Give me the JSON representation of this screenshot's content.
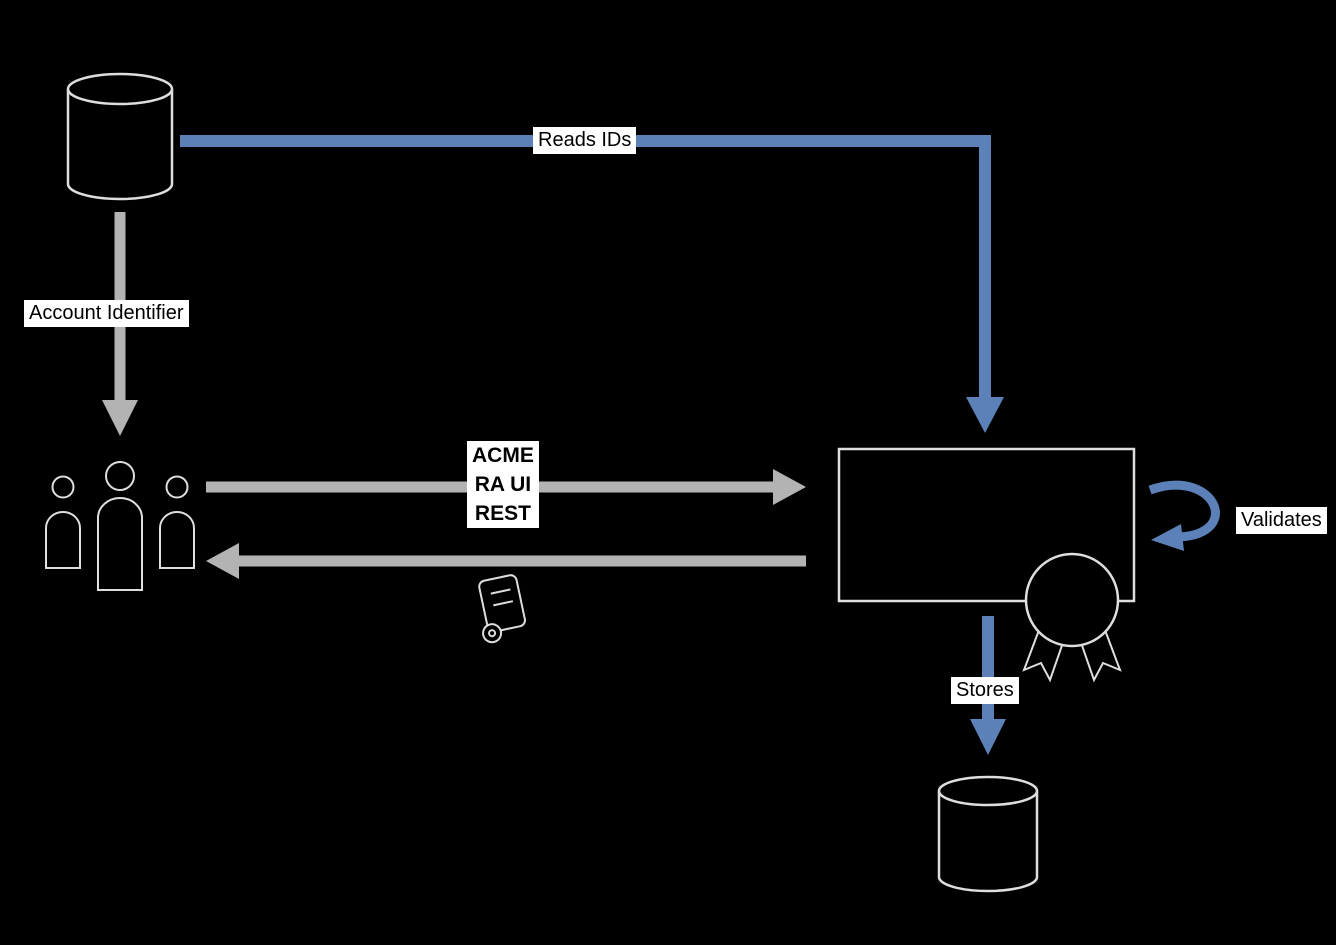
{
  "diagram": {
    "type": "flow-diagram",
    "background": "#000000",
    "labels": {
      "reads_ids": "Reads IDs",
      "account_identifier": "Account Identifier",
      "request_lines": [
        "ACME",
        "RA UI",
        "REST"
      ],
      "validates": "Validates",
      "stores": "Stores"
    },
    "colors": {
      "primary_arrow": "#5b81b8",
      "secondary_arrow": "#b3b3b3",
      "label_background": "#ffffff",
      "label_text": "#000000",
      "shape_fill": "#000000",
      "shape_outline": "#dedede"
    },
    "nodes": [
      {
        "id": "identity-database",
        "shape": "database-cylinder"
      },
      {
        "id": "users-group",
        "shape": "people-silhouettes"
      },
      {
        "id": "server-box",
        "shape": "rectangle"
      },
      {
        "id": "certificate-scroll",
        "shape": "scroll"
      },
      {
        "id": "award-badge",
        "shape": "rosette-with-ribbons"
      },
      {
        "id": "storage-database",
        "shape": "database-cylinder"
      }
    ],
    "edges": [
      {
        "from": "identity-database",
        "to": "server-box",
        "label": "Reads IDs",
        "color": "#5b81b8"
      },
      {
        "from": "identity-database",
        "to": "users-group",
        "label": "Account Identifier",
        "color": "#b3b3b3"
      },
      {
        "from": "users-group",
        "to": "server-box",
        "label": "ACME RA UI REST",
        "color": "#b3b3b3"
      },
      {
        "from": "server-box",
        "to": "users-group",
        "label": "",
        "color": "#b3b3b3"
      },
      {
        "from": "server-box",
        "to": "server-box",
        "label": "Validates",
        "color": "#5b81b8"
      },
      {
        "from": "server-box",
        "to": "storage-database",
        "label": "Stores",
        "color": "#5b81b8"
      }
    ]
  }
}
